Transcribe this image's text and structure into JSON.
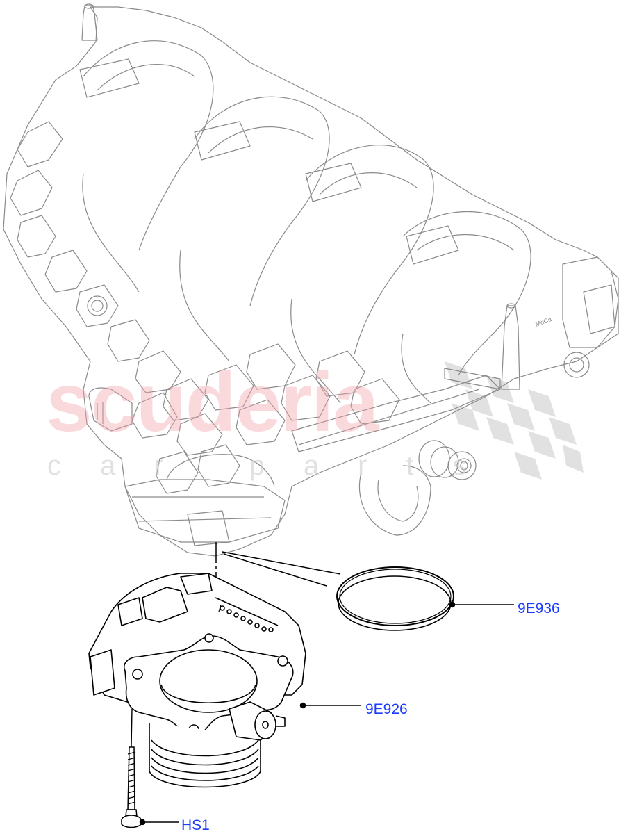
{
  "diagram": {
    "type": "exploded parts diagram",
    "subject": "Intake manifold with throttle body, gasket and bolt",
    "watermark": {
      "main": "scuderia",
      "sub": "car parts",
      "main_color": "#f0a0a5",
      "sub_color": "#c8c8cd",
      "checker_color": "#d8d8d8"
    },
    "parts": [
      {
        "id": "gasket",
        "label": "9E936",
        "description": "Throttle body gasket (O-ring)"
      },
      {
        "id": "throttle-body",
        "label": "9E926",
        "description": "Throttle body"
      },
      {
        "id": "bolt",
        "label": "HS1",
        "description": "Bolt"
      }
    ],
    "ghost_part": {
      "description": "Intake manifold (reference, grey)",
      "marking": "MoCa"
    },
    "label_color": "#1a3cff",
    "line_color": "#000000",
    "ghost_line_color": "#8a8a8a"
  }
}
